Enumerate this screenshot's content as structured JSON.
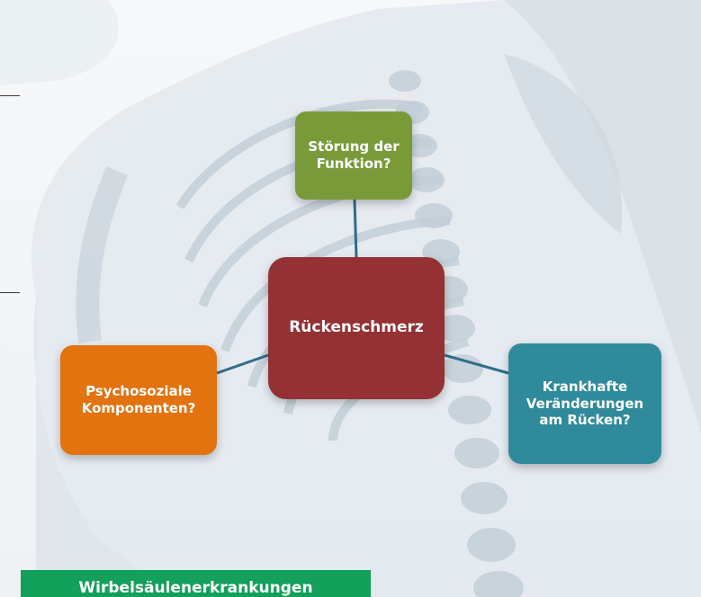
{
  "diagram": {
    "center": {
      "label": "Rückenschmerz",
      "color": "#933134"
    },
    "nodes": [
      {
        "id": "funktion",
        "label": "Störung der\nFunktion?",
        "color": "#7a9a3a"
      },
      {
        "id": "psycho",
        "label": "Psychosoziale\nKomponenten?",
        "color": "#e2730f"
      },
      {
        "id": "krank",
        "label": "Krankhafte\nVeränderungen\nam Rücken?",
        "color": "#2f8a9b"
      }
    ],
    "connector_color": "#2e6e8a"
  },
  "footer": {
    "label": "Wirbelsäulenerkrankungen",
    "color": "#13a05a"
  }
}
